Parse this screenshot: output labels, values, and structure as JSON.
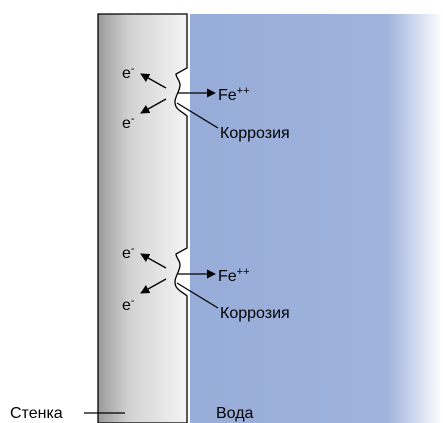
{
  "labels": {
    "electron": "e",
    "electron_charge": "-",
    "iron_ion": "Fe",
    "iron_charge": "++",
    "corrosion": "Коррозия",
    "wall": "Стенка",
    "water": "Вода"
  },
  "colors": {
    "water": "#9aaed9",
    "wall_dark": "#9a9a9a",
    "wall_light": "#f2f2f2",
    "line": "#000000"
  }
}
